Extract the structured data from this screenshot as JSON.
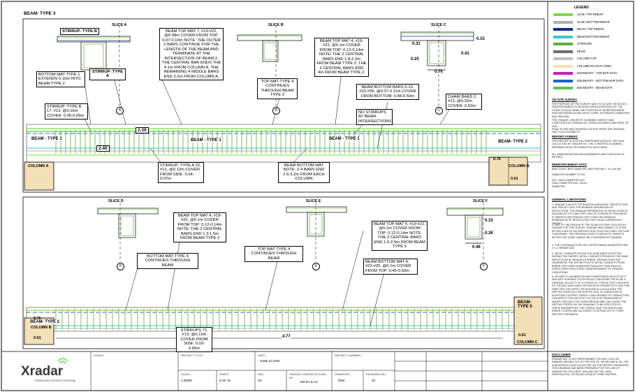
{
  "sheet": {
    "title": "BEAM- TYPE 3"
  },
  "top": {
    "slices": {
      "a": "SLICE A",
      "b": "SLICE B",
      "c": "SLICE C"
    },
    "callouts": {
      "stirrup_b_tag": "STIRRUP- TYPE B",
      "stirrup_a_tag": "STIRRUP- TYPE A",
      "bottom_mat_1": "BOTTOM MAT TYPE 1 EXTENDS 0.10m INTO BEAM TYPE 2",
      "beam_top_mat_a": "BEAM TOP MAT 7, #19-#22, @0.08m COVER FROM TOP: 0.07-0.10m NOTE: THE OUTER 2 BARS CONTINUE FOR THE LENGTH OF THE BEAM AND TERMINATE AT THE INTERSECTION OF BEAM 2. THE CENTRAL BAR ENDS THE 4.1m FROM COLUMN A. THE REMAINING 4 MIDDLE BARS END 3.2m FROM COLUMN A.",
      "top_mat_4": "TOP MAT TYPE 4 CONTINUES THROUGH BEAM TYPE 2",
      "beam_top_mat_b": "BEAM TOP MAT 4, #19-#22, @0.1m COVER FROM TOP: 0.12-0.14m NOTE: THE 2 CENTRAL BARS END 1.8-2.2m FROM BEAM TYPE 2. THE 2 CENTRAL BARS END 4m FROM BEAM TYPE 2.",
      "beam_bottom_bars": "BEAM BOTTOM BARS 6-10, #22-#25, @0.07-0.11m COVER FROM BOTTOM: 0.48-0.50m",
      "chair_bars": "CHAIR BARS 2, #13, @0.32m COVER: 0.52m",
      "stirrup_b_detail": "STIRRUP- TYPE B 17, #13, @0.16m COVER: 0.06-0.09m",
      "no_stirrups": "NO STIRRUPS AT BEAM INTERSECTIONS",
      "stirrup_a_detail": "STIRRUP- TYPE A 22, #13, @0.12m COVER FROM SIDE: 0.04-0.07m",
      "beam_bottom_mat": "BEAM BOTTOM MAT NOTE: 2-4 BARS END 2.6-3.2m FROM EACH COLUMN"
    },
    "dims": {
      "d1": "2.39",
      "d2": "2.40",
      "c1": "0.31",
      "c2": "0.25",
      "c3": "0.41",
      "c4": "0.76",
      "c5": "0.15",
      "colb_w": "0.76",
      "colb_h": "0.61"
    },
    "beam_labels": {
      "l1": "BEAM - TYPE 1",
      "l2": "BEAM - TYPE 1",
      "l3": "BEAM - TYPE 1",
      "r": "BEAM- TYPE 2"
    },
    "columns": {
      "a": "COLUMN A",
      "b": "COLUMN B"
    },
    "grid": {
      "a": "A",
      "b": "B",
      "c": "C"
    }
  },
  "bottom": {
    "slices": {
      "d": "SLICE D",
      "e": "SLICE E",
      "f": "SLICE F"
    },
    "callouts": {
      "beam_top_mat_d": "BEAM TOP MAT 4, #19-#22, @0.1m COVER FROM TOP: 0.12-0.14m NOTE: THE 2 CENTRAL BARS END 1.3-1.5m FROM BEAM TYPE 2",
      "beam_top_mat_e": "BEAM TOP MAT 4, #19-#22, @0.1m COVER FROM TOP: 0.12-0.14m NOTE: THE 2 CENTRAL BARS END 1.5-2.5m FROM BEAM TYPE 5",
      "bottom_mat_4": "BOTTOM MAT-TYPE 4 CONTINUES THROUGH BEAM",
      "top_mat_4": "TOP MAT-TYPE 4 CONTINUES THROUGH BEAM",
      "beam_bottom_mat": "BEAM BOTTOM MAT 4, #22-#25, @0.1m COVER FROM TOP: 0.45-0.50m",
      "stirrups": "STIRRUPS 72, #13, @0.15m COVER FROM SIDE: 0.03-0.05m"
    },
    "dims": {
      "len": "4.77",
      "f1": "0.15",
      "f2": "0.36",
      "f3": "0.46",
      "colb_w": "0.76",
      "colb_h": "0.61",
      "colc_w": "0.61"
    },
    "beam_labels": {
      "l": "BEAM- TYPE 2",
      "r": "BEAM- TYPE 5"
    },
    "columns": {
      "b": "COLUMN B",
      "c": "COLUMN C"
    },
    "grid": {
      "d": "D",
      "e": "E",
      "f": "F"
    }
  },
  "legend": {
    "title": "LEGEND",
    "items": [
      {
        "label": "SLAB- TOP REBAR",
        "color": "#7ddc4a"
      },
      {
        "label": "SLAB- BOTTOM REBAR",
        "color": "#b0b0b0"
      },
      {
        "label": "BEAM- TOP REBAR",
        "color": "#1a2a8c"
      },
      {
        "label": "BEAM BOTTOM REBAR",
        "color": "#3bc7c7"
      },
      {
        "label": "STIRRUPS",
        "color": "#5fae3f"
      },
      {
        "label": "BEAM",
        "color": "#6d6d6d"
      },
      {
        "label": "COLUMN CAP",
        "color": "#c0c0c0"
      },
      {
        "label": "COLUMN NO DATA AREA",
        "color": "#f3dfb8"
      },
      {
        "label": "BOUNDARY - TOP BAR DATA",
        "color": "#c61fc0"
      },
      {
        "label": "BOUNDARY - BOTTOM BAR DATA",
        "color": "#1d62c9"
      },
      {
        "label": "BOUNDARY - BEAM DATA",
        "color": "#57c84d"
      }
    ]
  },
  "notes": {
    "h1": "ON SITE SURVEY",
    "t1": "THE PURPOSE OF THE SURVEY WAS TO LOCATE THE IN SITU REINFORCEMENT IN SEVERAL AREAS IDENTIFIED BY THE CLIENT. IN EACH AREA THE POSITION OF REINFORCEMENT WAS RECORDED ALONG WITH COVER, ESTIMATED DIAMETERS AND SPACING.",
    "t2": "THE XRADAR CONCRETE SCANNING SURVEY WAS COMPLETED BY XRADAR INC THROUGH MARCH AND APRIL OF 2020.",
    "t3": "FINAL SCOPE WAS MODIFIED ON SITE FROM THE ORIGINAL DUE TO ACCESSIBILITY.",
    "h2": "REPORT FORMAT",
    "t4": "THIS REPORT IS A DIGITAL REPRESENTATION OF THE DATA COLLECTED BY XRADAR INC. THE CONCRETE SCANNING INFORMATION IS PROVIDED FOR EACH AREA.",
    "t5": "ALL DIMENSIONS AND MEASUREMENTS ARE DISPLAYED IN METRES.",
    "h3": "REINFORCEMENT DATA",
    "t6": "BAR COUNT, BAR DIAMETER, BAR SPACING = 10, #10 @0.",
    "t7": "DIAMETER NUMBER STYLE",
    "t8": "#10= 10mm DIAMETER #13= 13mm DIAMETER #16= 16mm DIAMETER",
    "h4": "GENERAL LIMITATIONS",
    "t9": "1. XRADAR CAN NOT DISTINGUISH INDIVIDUAL TARGETS THAT ARE SPACED LESS THE MINIMUM SEPARATION OF RESOLUTION. THE MINIMUM SEPARATION OF RESOLUTION IS EQUIVALENT TO 0.46m PER 0.15m OF CONCRETE THICKNESS. IF TARGETS ARE SPACED LESS THAN THE MINIMUM SEPARATION OF RESOLUTION THEY WOULD APPEAR AS 1 TARGET.",
    "t10": "2. DUE TO THE DESIGN OF THE SCAN SYSTEMS UTILIZED BY XRADAR FOR THIS SURVEY, XRADAR WAS UNABLE TO SCAN WITHIN 0.05m OF AN OBSTRUCTION, SUCH AS A WALL OR SLAB THICKENING. THE PRESENCE AND LOCATION OF TARGETS WITHIN THIS ZONE CANNOT BE CONFIRMED BY XRADAR.",
    "t11": "3. THE TOLERANCE FOR THE STATED REBAR DIAMETERS ARE (+/-) 1 REBAR SIZE.",
    "t12": "4. METAL CONDUITS WITHIN THE SLAB WERE DETECTED DURING THE SURVEY. METAL CONDUITS PRODUCE THE SAME REFLECTION IN XRADAR AS REBAR. XRADAR DOES NOT GUARANTEE THE DISTINCTION OF METAL CONDUITS FROM REBAR THAT HAVE DIAMETERS SMALLER THAN 40mm IN STRUCTURES WITH STEEL REINFORCEMENT OF XRADAR CONDITIONS.",
    "t13": "5. NO DEPTH CALIBRATION WAS UNDERTAKEN ON SITE AS IT WAS NOT POSSIBLE TO PHYSICALLY MEASURE THE SLAB. A GENERAL VELOCITY OF 0.1 WHICH IS TYPICAL FOR CONCRETE OF THE AGE WAS USED FOR RELATIVE PERMITTIVITY AND THIS DIRECTED THE DEPTH. DEVIATIONS IN CALCULATED THE DEPTHS STATED IN THIS REPORT DUE TO VARIATIONS IN MOISTURE CONTENT, DENSITY AND DEGREE OF COMPACTION CAN AFFECT THE VELOCITY OF THE ELECTROMAGNETIC WAVES THROUGH THE GIVEN MEDIUM AND CAN CAUSE THE DEPTHS STATED ON THE DRAWING TO BE AFFECTED BY THESE PARAMETERS. THE STATED SLAB THICKNESS AND REBAR COVERS ARE ACCURATE TO WITHIN 10% OF THEIR DEPTHS/ THICKNESS.",
    "h5": "DISCLAIMER",
    "t14": "XRADAR INC. IS NOT RESPONSIBLE FOR ANY LOSS OR DAMAGE ARISING OUT OF THE USE OF, OR RELIANCE ON, THE SUBSURFACE DATA COLLECTED ON THE REPORT PRESENTED. THIS DRAWING HAS BEEN PREPARED FOR THE USE OF XRADAR INC ON CLIENT, AND MAY NOT BE USED, REPRODUCED, OR RELIED UPON BY THIRD PARTIES."
  },
  "title_block": {
    "logo": "Xradar",
    "tagline": "enhanced concrete scanning",
    "client_label": "CLIENT:",
    "project_title_label": "PROJECT TITLE:",
    "date_label": "DATE:",
    "date": "JUNE,10 2020",
    "project_number_label": "PROJECT NUMBER:",
    "scale_label": "SCALE:",
    "scale": "1:30000",
    "sheet_label": "SHEET:",
    "sheet": "5  OF 15",
    "rev_label": "REV:",
    "rev": "D3",
    "scan_label": "XRADAR CONCRETE SCAN BY:",
    "scan_by": "EM,RA & AS",
    "drawn_label": "DRAWN BY:",
    "drawn": "EMS",
    "reviewed_label": "REVIEWED BY:",
    "reviewed": "JS"
  }
}
